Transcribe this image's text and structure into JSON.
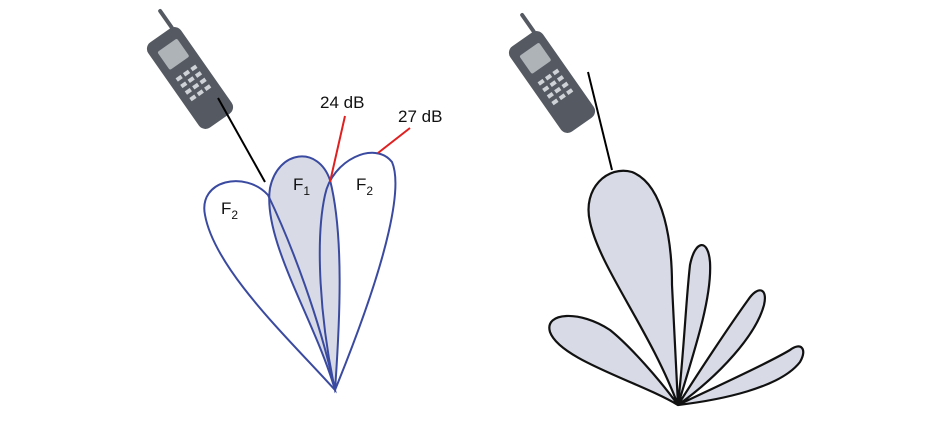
{
  "colors": {
    "beam_outline_left": "#3a4aa0",
    "beam_fill": "#d8dbe6",
    "outline_right": "#111111",
    "leader_line": "#e02020",
    "phone_body": "#555a62",
    "phone_screen": "#aeb3b8"
  },
  "left_diagram": {
    "beams": [
      {
        "label_main": "F",
        "label_sub": "2",
        "filled": false
      },
      {
        "label_main": "F",
        "label_sub": "1",
        "filled": true
      },
      {
        "label_main": "F",
        "label_sub": "2",
        "filled": false
      }
    ],
    "annotations": [
      {
        "text": "24 dB"
      },
      {
        "text": "27 dB"
      }
    ]
  },
  "right_diagram": {
    "lobes": 5
  }
}
